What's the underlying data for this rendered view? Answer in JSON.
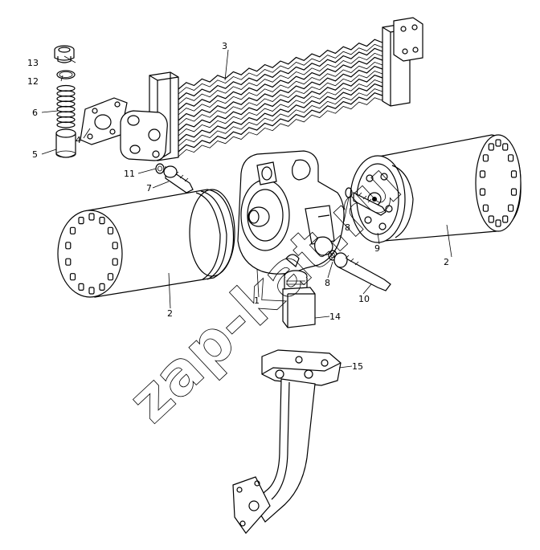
{
  "diagram": {
    "watermark": "zap-kat.ru",
    "callouts": [
      {
        "id": "c1",
        "label": "1"
      },
      {
        "id": "c2a",
        "label": "2"
      },
      {
        "id": "c2b",
        "label": "2"
      },
      {
        "id": "c3",
        "label": "3"
      },
      {
        "id": "c4",
        "label": "4"
      },
      {
        "id": "c5",
        "label": "5"
      },
      {
        "id": "c6",
        "label": "6"
      },
      {
        "id": "c7",
        "label": "7"
      },
      {
        "id": "c8a",
        "label": "8"
      },
      {
        "id": "c8b",
        "label": "8"
      },
      {
        "id": "c9",
        "label": "9"
      },
      {
        "id": "c10",
        "label": "10"
      },
      {
        "id": "c11",
        "label": "11"
      },
      {
        "id": "c12",
        "label": "12"
      },
      {
        "id": "c13",
        "label": "13"
      },
      {
        "id": "c14",
        "label": "14"
      },
      {
        "id": "c15",
        "label": "15"
      }
    ]
  }
}
